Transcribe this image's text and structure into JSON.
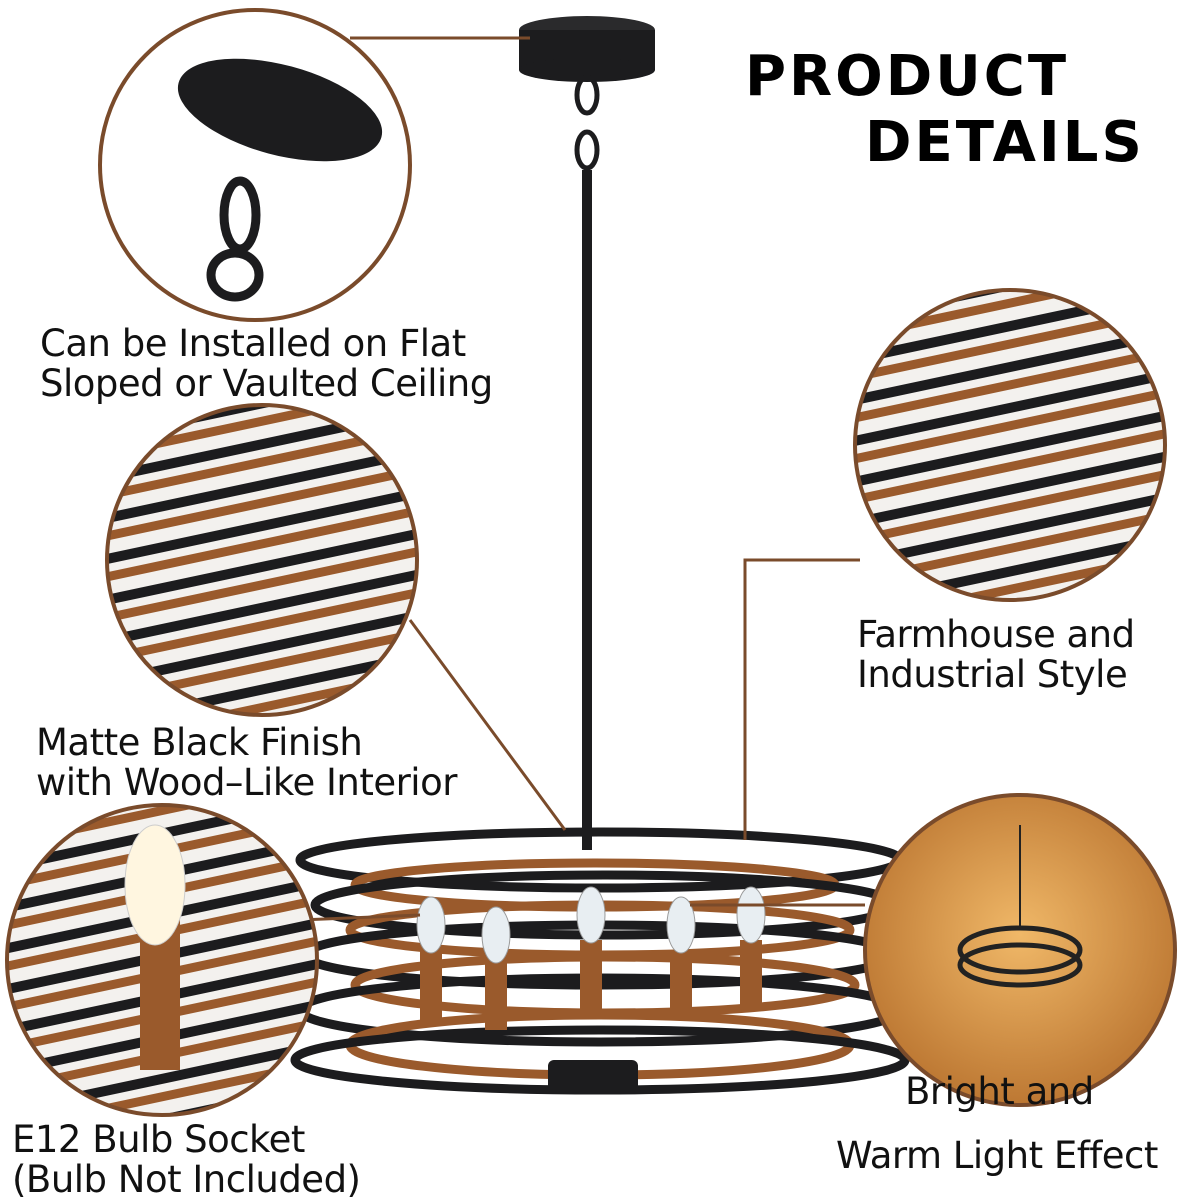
{
  "title": {
    "line1": "PRODUCT",
    "line2": "DETAILS"
  },
  "features": [
    {
      "line1": "Can be Installed on Flat",
      "line2": "Sloped or Vaulted Ceiling"
    },
    {
      "line1": "Matte Black Finish",
      "line2": "with Wood–Like Interior"
    },
    {
      "line1": "E12 Bulb Socket",
      "line2": "(Bulb Not Included)"
    },
    {
      "line1": "Farmhouse and",
      "line2": "Industrial Style"
    },
    {
      "line1": "Bright and",
      "line2": "Warm Light Effect"
    }
  ],
  "colors": {
    "accent": "#7a4b2b",
    "metal": "#1c1c1e",
    "wood": "#9a5a2c",
    "glow": "#d99a48"
  }
}
